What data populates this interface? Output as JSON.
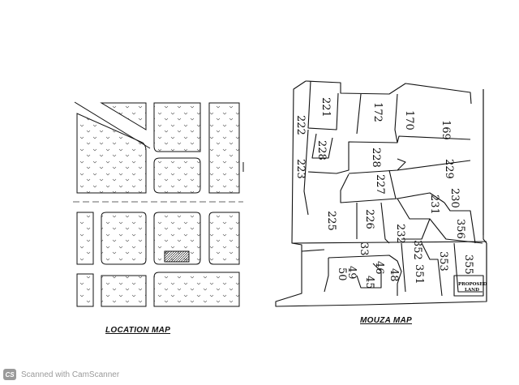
{
  "location_map": {
    "title": "LOCATION MAP"
  },
  "mouza_map": {
    "title": "MOUZA MAP",
    "plots": [
      "221",
      "222",
      "228",
      "223",
      "225",
      "172",
      "170",
      "169",
      "229",
      "227",
      "231",
      "230",
      "226",
      "232",
      "356",
      "33",
      "352",
      "353",
      "355",
      "351",
      "46",
      "48",
      "49",
      "45",
      "50"
    ],
    "proposed_label_line1": "PROPOSED",
    "proposed_label_line2": "LAND"
  },
  "watermark": {
    "logo": "CS",
    "text": "Scanned with CamScanner"
  },
  "colors": {
    "line": "#111111",
    "dots": "#444444",
    "watermark": "#9a9a9a"
  }
}
